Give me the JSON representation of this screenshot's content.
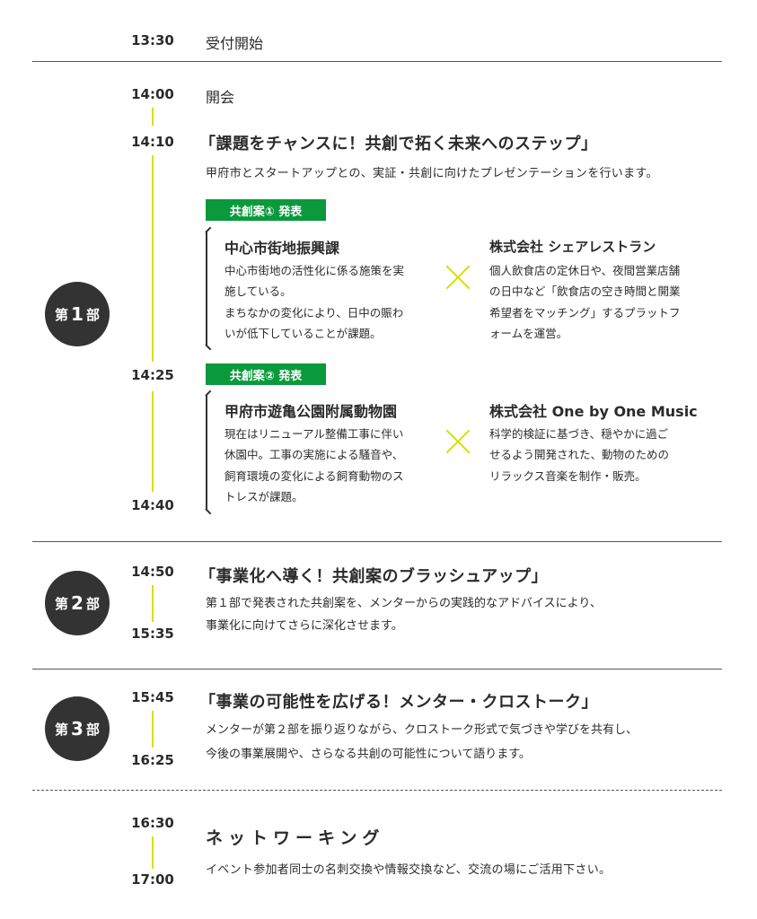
{
  "reception": {
    "time": "13:30",
    "label": "受付開始"
  },
  "part1": {
    "badge": {
      "prefix": "第",
      "num": "1",
      "suffix": "部"
    },
    "opening": {
      "time": "14:00",
      "label": "開会"
    },
    "start_time": "14:10",
    "title": "「課題をチャンスに！共創で拓く未来へのステップ」",
    "description": "甲府市とスタートアップとの、実証・共創に向けたプレゼンテーションを行います。",
    "proposals": [
      {
        "badge": "共創案① 発表",
        "time": "",
        "left_title": "中心市街地振興課",
        "left_lines": [
          "中心市街地の活性化に係る施策を実",
          "施している。",
          "まちなかの変化により、日中の賑わ",
          "いが低下していることが課題。"
        ],
        "right_title": "株式会社 シェアレストラン",
        "right_lines": [
          "個人飲食店の定休日や、夜間営業店舗",
          "の日中など「飲食店の空き時間と開業",
          "希望者をマッチング」するプラットフ",
          "ォームを運営。"
        ]
      },
      {
        "badge": "共創案② 発表",
        "time": "14:25",
        "left_title": "甲府市遊亀公園附属動物園",
        "left_lines": [
          "現在はリニューアル整備工事に伴い",
          "休園中。工事の実施による騒音や、",
          "飼育環境の変化による飼育動物のス",
          "トレスが課題。"
        ],
        "right_title": "株式会社 One by One Music",
        "right_lines": [
          "科学的検証に基づき、穏やかに過ご",
          "せるよう開発された、動物のための",
          "リラックス音楽を制作・販売。"
        ]
      }
    ],
    "end_time": "14:40"
  },
  "part2": {
    "badge": {
      "prefix": "第",
      "num": "2",
      "suffix": "部"
    },
    "start_time": "14:50",
    "end_time": "15:35",
    "title": "「事業化へ導く！共創案のブラッシュアップ」",
    "lines": [
      "第１部で発表された共創案を、メンターからの実践的なアドバイスにより、",
      "事業化に向けてさらに深化させます。"
    ]
  },
  "part3": {
    "badge": {
      "prefix": "第",
      "num": "3",
      "suffix": "部"
    },
    "start_time": "15:45",
    "end_time": "16:25",
    "title": "「事業の可能性を広げる！メンター・クロストーク」",
    "lines": [
      "メンターが第２部を振り返りながら、クロストーク形式で気づきや学びを共有し、",
      "今後の事業展開や、さらなる共創の可能性について語ります。"
    ]
  },
  "networking": {
    "start_time": "16:30",
    "end_time": "17:00",
    "title": "ネットワーキング",
    "description": "イベント参加者同士の名刺交換や情報交換など、交流の場にご活用下さい。"
  },
  "colors": {
    "accent_green": "#0a9a3c",
    "timeline_yellow": "#d6e000",
    "dark": "#333333"
  }
}
